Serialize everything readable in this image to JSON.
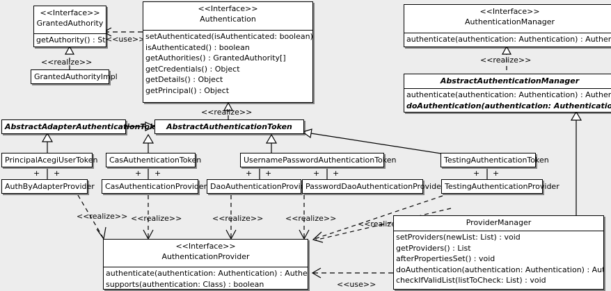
{
  "diagram": {
    "type": "uml-class-diagram",
    "background_color": "#ededed",
    "box_fill": "#ffffff",
    "line_color": "#000000"
  },
  "classes": {
    "granted_authority": {
      "stereotype": "<<Interface>>",
      "name": "GrantedAuthority",
      "members": [
        "getAuthority() : String"
      ]
    },
    "granted_authority_impl": {
      "name": "GrantedAuthorityImpl",
      "members": []
    },
    "authentication": {
      "stereotype": "<<Interface>>",
      "name": "Authentication",
      "members": [
        "setAuthenticated(isAuthenticated: boolean) : void",
        "isAuthenticated() : boolean",
        "getAuthorities() : GrantedAuthority[]",
        "getCredentials() : Object",
        "getDetails() : Object",
        "getPrincipal() : Object"
      ]
    },
    "authentication_manager": {
      "stereotype": "<<Interface>>",
      "name": "AuthenticationManager",
      "members": [
        "authenticate(authentication: Authentication) : Authentication"
      ]
    },
    "abstract_authentication_manager": {
      "name": "AbstractAuthenticationManager",
      "abstract": true,
      "members": [
        "authenticate(authentication: Authentication) : Authentication",
        "doAuthentication(authentication: Authentication) : Authentication"
      ],
      "abstract_members": [
        false,
        true
      ]
    },
    "abstract_adapter_authentication_token": {
      "name": "AbstractAdapterAuthenticationToken",
      "abstract": true,
      "members": []
    },
    "abstract_authentication_token": {
      "name": "AbstractAuthenticationToken",
      "abstract": true,
      "members": []
    },
    "principal_acegi_user_token": {
      "name": "PrincipalAcegiUserToken",
      "members": []
    },
    "cas_authentication_token": {
      "name": "CasAuthenticationToken",
      "members": []
    },
    "username_password_authentication_token": {
      "name": "UsernamePasswordAuthenticationToken",
      "members": []
    },
    "testing_authentication_token": {
      "name": "TestingAuthenticationToken",
      "members": []
    },
    "auth_by_adapter_provider": {
      "name": "AuthByAdapterProvider",
      "members": []
    },
    "cas_authentication_provider": {
      "name": "CasAuthenticationProvider",
      "members": []
    },
    "dao_authentication_provider": {
      "name": "DaoAuthenticationProvider",
      "members": []
    },
    "password_dao_authentication_provider": {
      "name": "PasswordDaoAuthenticationProvider",
      "members": []
    },
    "testing_authentication_provider": {
      "name": "TestingAuthenticationProvider",
      "members": []
    },
    "authentication_provider": {
      "stereotype": "<<Interface>>",
      "name": "AuthenticationProvider",
      "members": [
        "authenticate(authentication: Authentication) : Authentication",
        "supports(authentication: Class) : boolean"
      ]
    },
    "provider_manager": {
      "name": "ProviderManager",
      "members": [
        "setProviders(newList: List) : void",
        "getProviders() : List",
        "afterPropertiesSet() : void",
        "doAuthentication(authentication: Authentication) : Authentication",
        "checkIfValidList(listToCheck: List) : void"
      ]
    }
  },
  "relations": {
    "use_label": "<<use>>",
    "realize_label": "<<realize>>",
    "association_marker": "+",
    "labels": [
      {
        "id": "use-auth-granted",
        "text": "<<use>>"
      },
      {
        "id": "realize-grantedauthorityimpl",
        "text": "<<realize>>"
      },
      {
        "id": "realize-abstract-auth-token",
        "text": "<<realize>>"
      },
      {
        "id": "realize-abstract-auth-manager",
        "text": "<<realize>>"
      },
      {
        "id": "realize-authbyadapterprovider",
        "text": "<<realize>>"
      },
      {
        "id": "realize-casauthenticationprovider",
        "text": "<<realize>>"
      },
      {
        "id": "realize-daoauthenticationprovider",
        "text": "<<realize>>"
      },
      {
        "id": "realize-passworddaoauthenticationprovider",
        "text": "<<realize>>"
      },
      {
        "id": "realize-providermanager",
        "text": "<<realize>>"
      },
      {
        "id": "use-providermanager",
        "text": "<<use>>"
      }
    ]
  }
}
